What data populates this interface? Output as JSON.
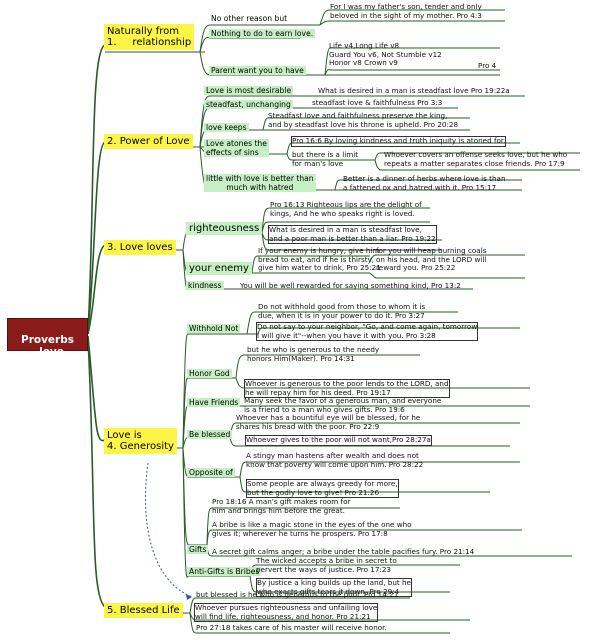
{
  "root": "Proverbs\n- love",
  "branches": [
    {
      "label": "Naturally from\n1.     relationship",
      "items": [
        {
          "label": "No other reason but",
          "note": "For I was my father's son, tender and only\nbeloved in the sight of my mother. Pro 4:3"
        },
        {
          "label": "Nothing to do to earn love.",
          "note": ""
        },
        {
          "label": "Parent want you to have",
          "note": "Life v4,Long Life v8\nGuard You v6, Not Stumble v12\nHonor v8 Crown v9",
          "note2": "Pro 4"
        }
      ]
    },
    {
      "label": "2. Power of Love",
      "items": [
        {
          "label": "Love is most desirable",
          "note": "What is desired in a man is steadfast love Pro 19:22a"
        },
        {
          "label": "steadfast, unchanging",
          "note": "steadfast love & faithfulness Pro 3:3"
        },
        {
          "label": "love keeps",
          "note": "Steadfast love and faithfulness preserve the king,\nand by steadfast love his throne is upheld. Pro 20:28"
        },
        {
          "label": "Love atones the\neffects of sins",
          "note": "Pro 16:6 By loving kindness and truth iniquity is atoned for.",
          "note2": "but there is a limit\nfor man's love",
          "note3": "Whoever covers an offense seeks love, but he who\nrepeats a matter separates close friends. Pro 17:9"
        },
        {
          "label": "little with love is better than\nmuch with hatred",
          "note": "Better is a dinner of herbs where love is than\na fattened ox and hatred with it. Pro 15:17"
        }
      ]
    },
    {
      "label": "3. Love loves",
      "items": [
        {
          "label": "righteousness",
          "note": "Pro 16:13 Righteous lips are the delight of\nkings, And he who speaks right is loved.",
          "note2": "What is desired in a man is steadfast love,\nand a poor man is better than a liar. Pro 19:22"
        },
        {
          "label": "your enemy",
          "note": "If your enemy is hungry, give him\nbread to eat, and if he is thirsty,\ngive him water to drink, Pro 25:21",
          "note2": "for you will heap burning coals\non his head, and the LORD will\nreward you. Pro 25:22"
        },
        {
          "label": "kindness",
          "note": "You will be well rewarded for saying something kind, Pro 13:2"
        }
      ]
    },
    {
      "label": "Love is\n4. Generosity",
      "items": [
        {
          "label": "Withhold Not",
          "note": "Do not withhold good from those to whom it is\ndue, when it is in your power to do it. Pro 3:27",
          "note2": "Do not say to your neighbor, \"Go, and come again, tomorrow\nI will give it\"--when you have it with you. Pro 3:28"
        },
        {
          "label": "Honor God",
          "note": "but he who is generous to the needy\nhonors Him(Maker). Pro 14:31",
          "note2": "Whoever is generous to the poor lends to the LORD, and\nhe will repay him for his deed. Pro 19:17"
        },
        {
          "label": "Have Friends",
          "note": "Many seek the favor of a generous man, and everyone\nis a friend to a man who gives gifts. Pro 19:6"
        },
        {
          "label": "Be blessed",
          "note": "Whoever has a bountiful eye will be blessed, for he\nshares his bread with the poor. Pro 22:9",
          "note2": "Whoever gives to the poor will not want,Pro 28:27a"
        },
        {
          "label": "Opposite of",
          "note": "A stingy man hastens after wealth and does not\nknow that poverty will come upon him. Pro 28:22",
          "note2": "Some people are always greedy for more,\nbut the godly love to give! Pro 21:26"
        },
        {
          "label": "Gifts",
          "note": "Pro 18:16 A man's gift makes room for\nhim and brings him before the great.",
          "note2": "A bribe is like a magic stone in the eyes of the one who\ngives it; wherever he turns he prospers. Pro 17:8",
          "note3": "A secret gift calms anger; a bribe under the table pacifies fury. Pro 21:14"
        },
        {
          "label": "Anti-Gifts is Bribes",
          "note": "The wicked accepts a bribe in secret to\npervert the ways of justice. Pro 17:23",
          "note2": "By justice a king builds up the land, but he\nwho exacts gifts tears it down. Pro 29:4"
        }
      ]
    },
    {
      "label": "5. Blessed Life",
      "items": [
        {
          "note": "but blessed is he who is generous to the poor. Pro 14:21"
        },
        {
          "note": "Whoever pursues righteousness and unfailing love\nwill find life, righteousness, and honor. Pro 21:21"
        },
        {
          "note": "Pro 27:18 takes care of his master will receive honor."
        }
      ]
    }
  ],
  "colors": {
    "root": "#8b1a1a",
    "main": "#fdf545",
    "sub": "#c6efc4",
    "line": "#1f5c2a"
  }
}
